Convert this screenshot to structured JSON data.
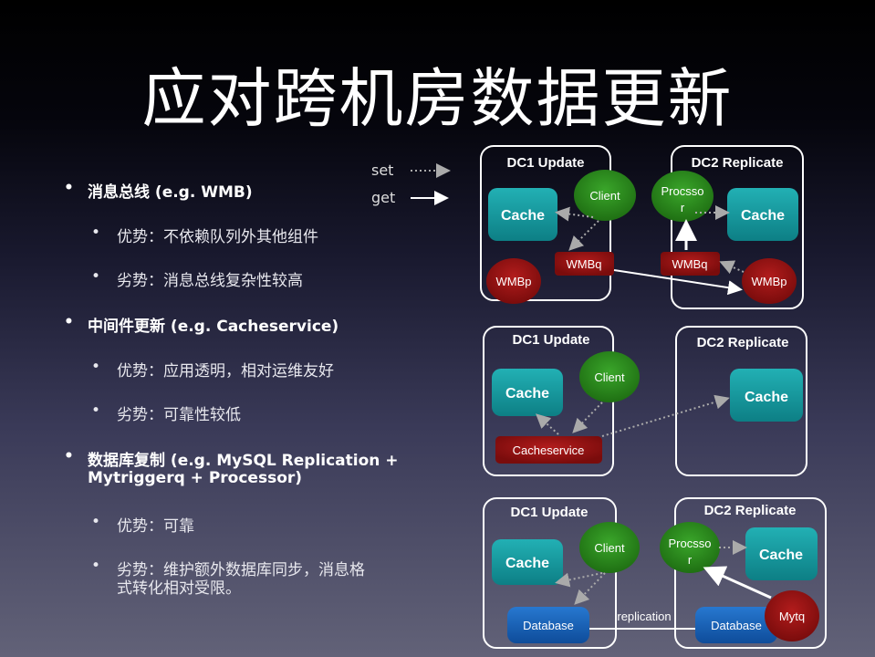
{
  "slide": {
    "title": "应对跨机房数据更新"
  },
  "bullets": [
    {
      "label": "消息总线 (e.g. WMB)",
      "sub": [
        "优势：不依赖队列外其他组件",
        "劣势：消息总线复杂性较高"
      ]
    },
    {
      "label": "中间件更新 (e.g. Cacheservice)",
      "sub": [
        "优势：应用透明，相对运维友好",
        "劣势：可靠性较低"
      ]
    },
    {
      "label_line1": "数据库复制 (e.g. MySQL Replication +",
      "label_line2": "Mytriggerq + Processor)",
      "sub": [
        "优势：可靠",
        "劣势：维护额外数据库同步，消息格",
        "式转化相对受限。"
      ]
    }
  ],
  "legend": {
    "set": "set",
    "get": "get"
  },
  "colors": {
    "cache": "#1a9ea3",
    "client": "#2f8f1e",
    "queue": "#9e1414",
    "database": "#1560b8",
    "border": "#ffffff"
  },
  "diagrams": [
    {
      "dc1": "DC1 Update",
      "dc2": "DC2 Replicate",
      "nodes": {
        "cache1": "Cache",
        "client": "Client",
        "wmbq1": "WMBq",
        "wmbp1": "WMBp",
        "processor": "Procsso",
        "processor2": "r",
        "cache2": "Cache",
        "wmbq2": "WMBq",
        "wmbp2": "WMBp"
      }
    },
    {
      "dc1": "DC1 Update",
      "dc2": "DC2 Replicate",
      "nodes": {
        "cache1": "Cache",
        "client": "Client",
        "cacheservice": "Cacheservice",
        "cache2": "Cache"
      }
    },
    {
      "dc1": "DC1 Update",
      "dc2": "DC2 Replicate",
      "nodes": {
        "cache1": "Cache",
        "client": "Client",
        "db1": "Database",
        "processor": "Procsso",
        "processor2": "r",
        "cache2": "Cache",
        "db2": "Database",
        "mytq": "Mytq"
      },
      "edge_label": "replication"
    }
  ]
}
